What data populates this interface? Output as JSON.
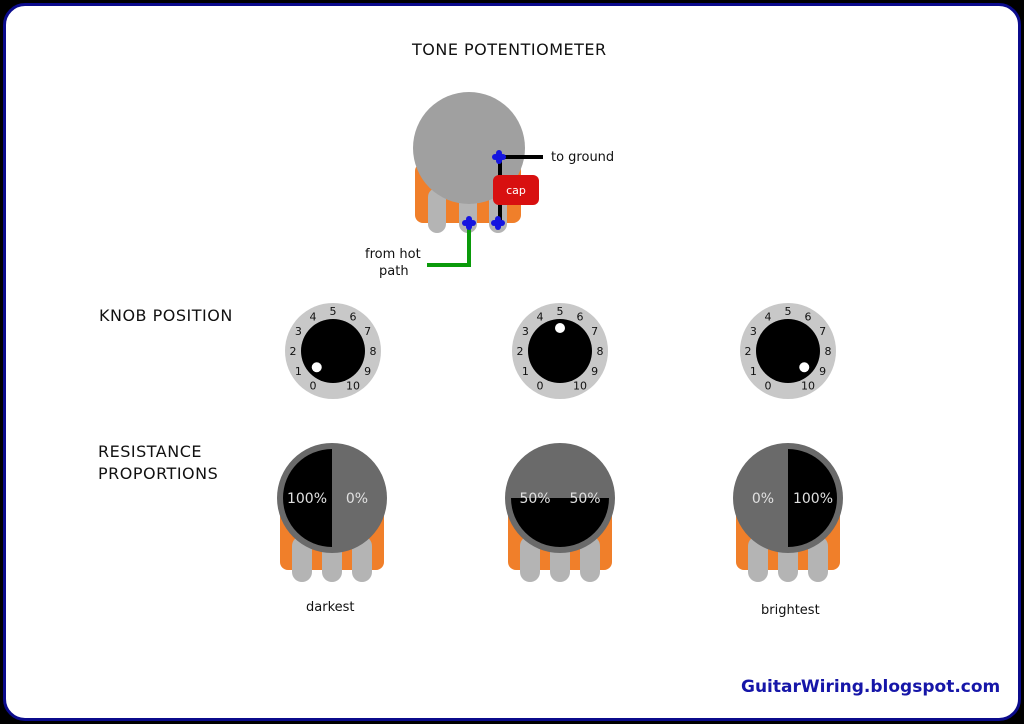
{
  "title": "TONE POTENTIOMETER",
  "labels": {
    "to_ground": "to ground",
    "cap": "cap",
    "from_hot_1": "from hot",
    "from_hot_2": "path"
  },
  "sections": {
    "knob_position": "KNOB POSITION",
    "resistance_1": "RESISTANCE",
    "resistance_2": "PROPORTIONS"
  },
  "knobs": [
    {
      "position": 0.5,
      "caption": "darkest",
      "left_pct": "100%",
      "right_pct": "0%"
    },
    {
      "position": 5,
      "caption": "",
      "left_pct": "50%",
      "right_pct": "50%"
    },
    {
      "position": 9.5,
      "caption": "brightest",
      "left_pct": "0%",
      "right_pct": "100%"
    }
  ],
  "dial_numbers": [
    "0",
    "1",
    "2",
    "3",
    "4",
    "5",
    "6",
    "7",
    "8",
    "9",
    "10"
  ],
  "credit": "GuitarWiring.blogspot.com",
  "colors": {
    "frame": "#0b0b8c",
    "pot_body": "#a0a0a0",
    "pot_base": "#f07f2a",
    "lugs": "#b4b4b4",
    "solder": "#1515e0",
    "cap": "#d81010",
    "hot_wire": "#0a9a0a",
    "ground_wire": "#000000",
    "dial_ring": "#c8c8c8",
    "knob": "#000000",
    "resist_gray": "#6a6a6a",
    "credit": "#1616a8"
  }
}
